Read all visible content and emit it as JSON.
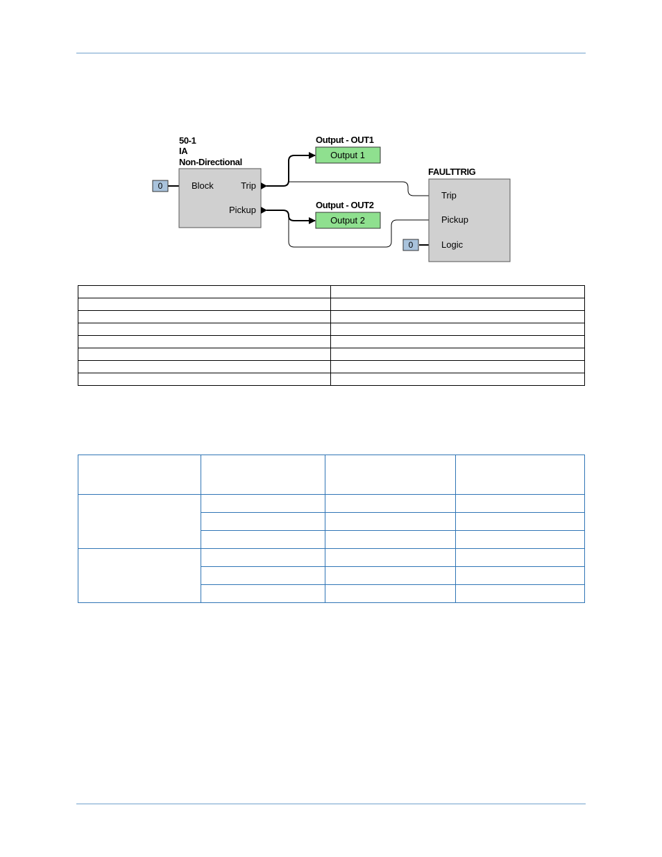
{
  "diagram": {
    "block_50_1": {
      "title_lines": [
        "50-1",
        "IA",
        "Non-Directional"
      ],
      "inputs": [
        "Block"
      ],
      "outputs": [
        "Trip",
        "Pickup"
      ]
    },
    "output_out1": {
      "title": "Output - OUT1",
      "label": "Output 1"
    },
    "output_out2": {
      "title": "Output - OUT2",
      "label": "Output 2"
    },
    "faulttrig": {
      "title": "FAULTTRIG",
      "inputs": [
        "Trip",
        "Pickup",
        "Logic"
      ]
    },
    "constants": {
      "block_input": "0",
      "logic_input": "0"
    }
  },
  "colors": {
    "block_fill": "#d0d0d0",
    "output_fill": "#8fe08f",
    "constant_fill": "#a9c3dc",
    "rule": "#6f9fcc",
    "table2_border": "#2e74b5"
  }
}
